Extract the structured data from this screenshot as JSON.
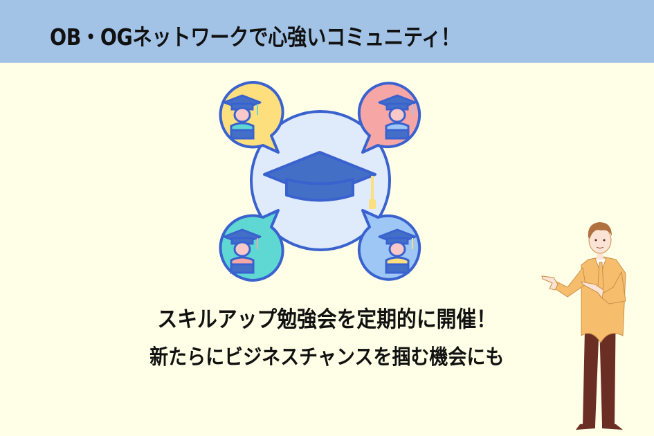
{
  "header": {
    "title": "OB・OGネットワークで心強いコミュニティ！",
    "background_color": "#a2c2e6"
  },
  "illustration": {
    "type": "graduation-network",
    "center": {
      "icon": "graduation-cap-icon",
      "fill": "#dfeafb",
      "cap_color": "#436fc7",
      "tassel_color": "#fddf7e"
    },
    "bubbles": [
      {
        "position": "top-left",
        "icon": "graduate-person-icon",
        "fill": "#fddf7e",
        "shirt": "#5fd8d3",
        "tassel": "#5fd8d3"
      },
      {
        "position": "top-right",
        "icon": "graduate-person-icon",
        "fill": "#f7a6a6",
        "shirt": "#9ec7f5",
        "tassel": "#9ec7f5"
      },
      {
        "position": "bottom-left",
        "icon": "graduate-person-icon",
        "fill": "#5fd8d3",
        "shirt": "#f7a6a6",
        "tassel": "#f7a6a6"
      },
      {
        "position": "bottom-right",
        "icon": "graduate-person-icon",
        "fill": "#9ec7f5",
        "shirt": "#fddf7e",
        "tassel": "#fddf7e"
      }
    ],
    "outline_color": "#3a62cf"
  },
  "captions": {
    "line1": "スキルアップ勉強会を定期的に開催！",
    "line2": "新たらにビジネスチャンスを掴む機会にも"
  },
  "character": {
    "type": "businessman-pointing",
    "jacket_color": "#f6be6c",
    "pants_color": "#6b2e25"
  },
  "colors": {
    "background": "#fffee6",
    "text": "#111111"
  }
}
